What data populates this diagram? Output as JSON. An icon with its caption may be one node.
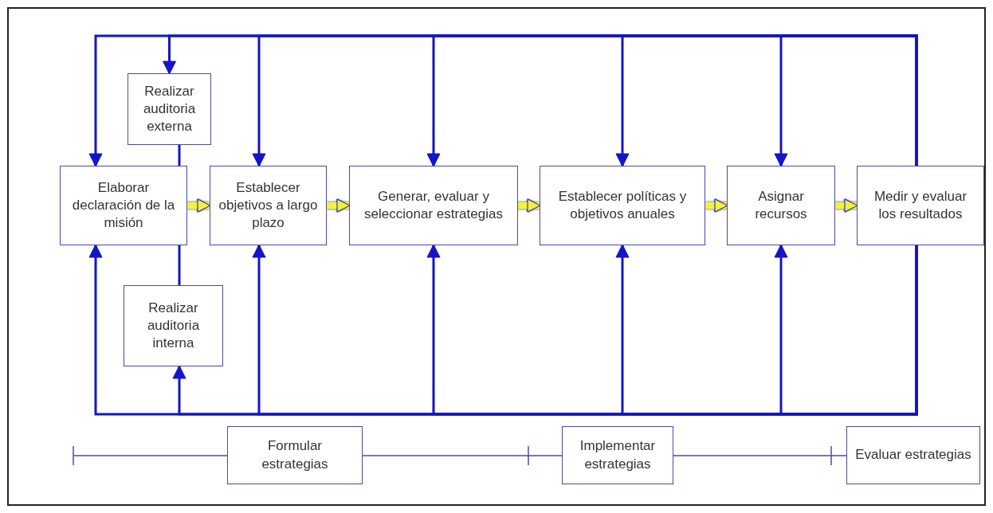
{
  "diagram": {
    "nodes": [
      {
        "text": [
          "Realizar auditoria externa"
        ]
      },
      {
        "text": [
          "Elaborar declaración de la misión"
        ]
      },
      {
        "text": [
          "Establecer objetivos a largo plazo"
        ]
      },
      {
        "text": [
          "Generar, evaluar y seleccionar estrategias"
        ]
      },
      {
        "text": [
          "Establecer políticas y objetivos anuales"
        ]
      },
      {
        "text": [
          "Asignar recursos"
        ]
      },
      {
        "text": [
          "Medir y evaluar los resultados"
        ]
      },
      {
        "text": [
          "Realizar auditoria interna"
        ]
      },
      {
        "text": [
          "Formular estrategias"
        ]
      },
      {
        "text": [
          "Implementar estrategias"
        ]
      },
      {
        "text": [
          "Evaluar estrategias"
        ]
      }
    ],
    "edges": [
      {
        "from": 0,
        "to": 1,
        "arrow": "none"
      },
      {
        "from": 7,
        "to": 1,
        "arrow": "none"
      },
      {
        "from": 1,
        "to": 2,
        "arrow": "to",
        "style": "thick",
        "color": "#f2f23c"
      },
      {
        "from": 2,
        "to": 3,
        "arrow": "to",
        "style": "thick",
        "color": "#f2f23c"
      },
      {
        "from": 3,
        "to": 4,
        "arrow": "to",
        "style": "thick",
        "color": "#f2f23c"
      },
      {
        "from": 4,
        "to": 5,
        "arrow": "to",
        "style": "thick",
        "color": "#f2f23c"
      },
      {
        "from": 5,
        "to": 6,
        "arrow": "to",
        "style": "thick",
        "color": "#f2f23c"
      },
      {
        "from": 6,
        "to": 1,
        "arrow": "to"
      },
      {
        "from": 6,
        "to": 0,
        "arrow": "to"
      },
      {
        "from": 6,
        "to": 2,
        "arrow": "to"
      },
      {
        "from": 6,
        "to": 3,
        "arrow": "to"
      },
      {
        "from": 6,
        "to": 4,
        "arrow": "to"
      },
      {
        "from": 6,
        "to": 5,
        "arrow": "to"
      },
      {
        "from": 6,
        "to": 1,
        "arrow": "to"
      },
      {
        "from": 6,
        "to": 7,
        "arrow": "to"
      },
      {
        "from": 6,
        "to": 2,
        "arrow": "to"
      },
      {
        "from": 6,
        "to": 3,
        "arrow": "to"
      },
      {
        "from": 6,
        "to": 4,
        "arrow": "to"
      },
      {
        "from": 6,
        "to": 5,
        "arrow": "to"
      }
    ]
  }
}
